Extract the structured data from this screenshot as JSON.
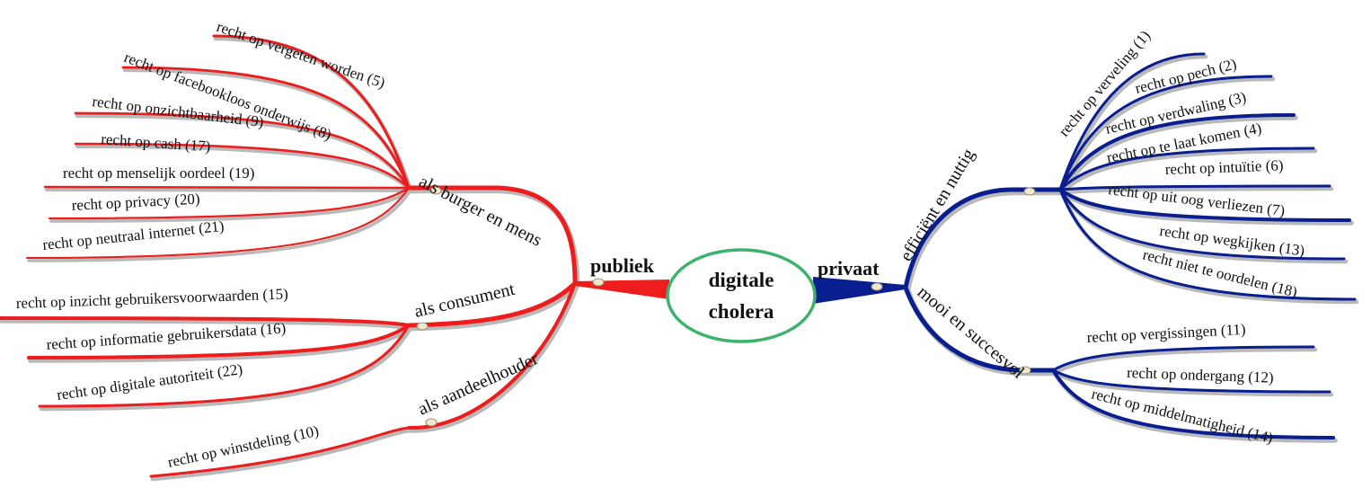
{
  "center": {
    "line1": "digitale",
    "line2": "cholera"
  },
  "colors": {
    "left": "#ee1c1c",
    "right": "#0a1f8f",
    "center_border": "#3bb36a",
    "shadow": "#b9b9b9"
  },
  "left": {
    "label": "publiek",
    "groups": [
      {
        "label": "als burger en mens",
        "leaves": [
          "recht op vergeten worden (5)",
          "recht op facebookloos onderwijs (8)",
          "recht op onzichtbaarheid (9)",
          "recht op cash (17)",
          "recht op menselijk oordeel (19)",
          "recht op privacy (20)",
          "recht op neutraal internet (21)"
        ]
      },
      {
        "label": "als consument",
        "leaves": [
          "recht op inzicht gebruikersvoorwaarden (15)",
          "recht op informatie gebruikersdata (16)",
          "recht op digitale autoriteit (22)"
        ]
      },
      {
        "label": "als aandeelhouder",
        "leaves": [
          "recht op winstdeling (10)"
        ]
      }
    ]
  },
  "right": {
    "label": "privaat",
    "groups": [
      {
        "label": "efficiënt en nuttig",
        "leaves": [
          "recht op verveling (1)",
          "recht op pech (2)",
          "recht op verdwaling (3)",
          "recht op te laat komen (4)",
          "recht op intuïtie (6)",
          "recht op uit oog verliezen (7)",
          "recht op wegkijken (13)",
          "recht niet te oordelen (18)"
        ]
      },
      {
        "label": "mooi en succesvol",
        "leaves": [
          "recht op vergissingen (11)",
          "recht op ondergang (12)",
          "recht op middelmatigheid (14)"
        ]
      }
    ]
  }
}
